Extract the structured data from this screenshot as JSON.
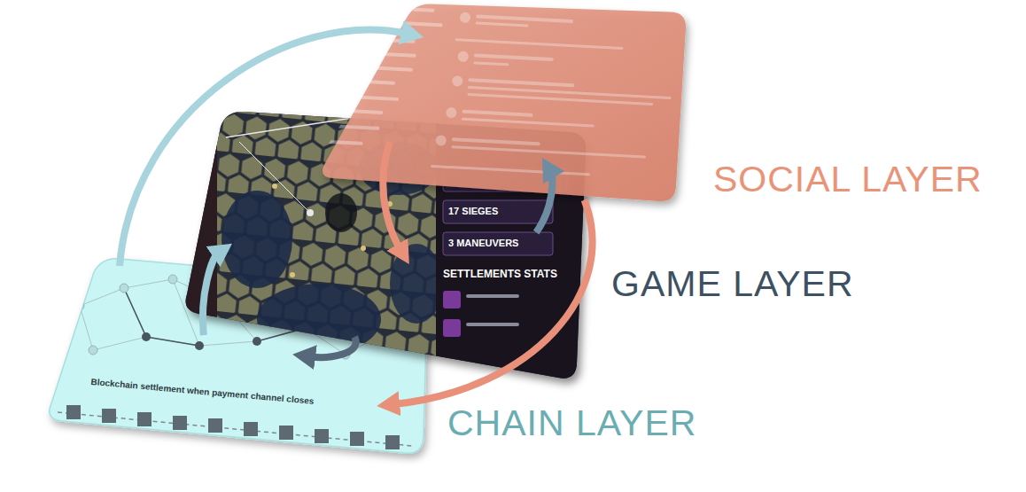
{
  "diagram": {
    "nodes": [
      {
        "text": [
          "SOCIAL LAYER"
        ]
      },
      {
        "text": [
          "GAME LAYER"
        ]
      },
      {
        "text": [
          "CHAIN LAYER"
        ]
      }
    ],
    "edges": [
      {
        "from": 2,
        "to": 0,
        "arrow": "to"
      },
      {
        "from": 2,
        "to": 1,
        "arrow": "to"
      },
      {
        "from": 1,
        "to": 2,
        "arrow": "to"
      },
      {
        "from": 0,
        "to": 1,
        "arrow": "to"
      },
      {
        "from": 1,
        "to": 0,
        "arrow": "to"
      },
      {
        "from": 0,
        "to": 2,
        "arrow": "to"
      }
    ],
    "labels": [
      "17 SIEGES",
      "3 MANEUVERS",
      "SETTLEMENTS STATS",
      "Blockchain settlement when payment channel closes"
    ]
  }
}
